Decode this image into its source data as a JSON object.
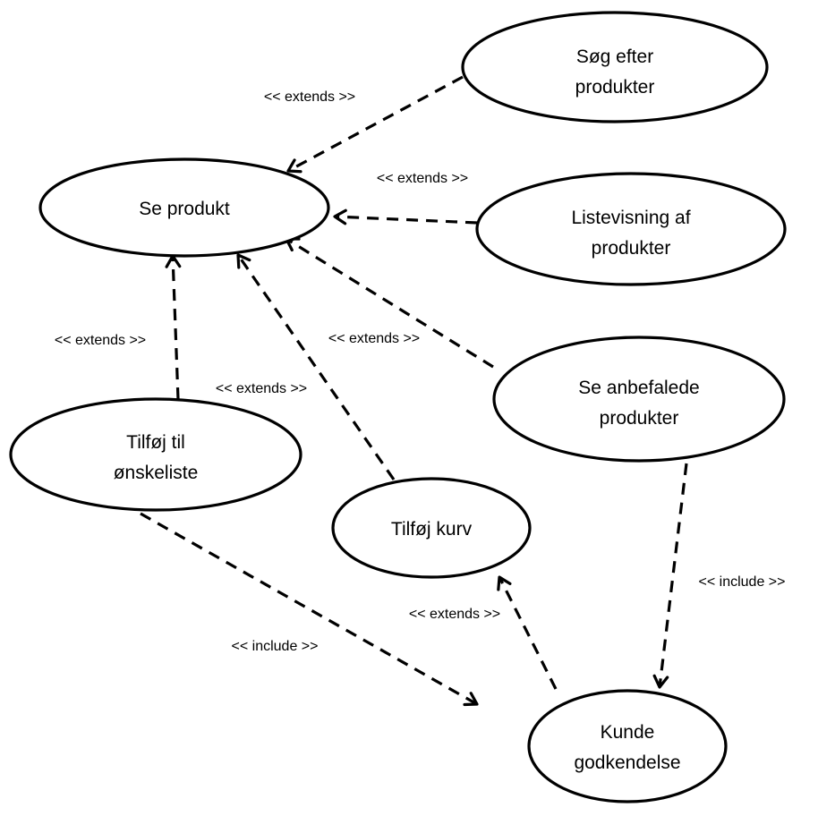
{
  "diagram": {
    "type": "use-case",
    "colors": {
      "stroke": "#000000",
      "background": "#ffffff"
    },
    "use_cases": [
      {
        "id": "se-produkt",
        "lines": [
          "Se produkt"
        ]
      },
      {
        "id": "soeg-efter-produkter",
        "lines": [
          "Søg efter",
          "produkter"
        ]
      },
      {
        "id": "listevisning-af-produkter",
        "lines": [
          "Listevisning af",
          "produkter"
        ]
      },
      {
        "id": "se-anbefalede-produkter",
        "lines": [
          "Se anbefalede",
          "produkter"
        ]
      },
      {
        "id": "tilfoej-til-oenskeliste",
        "lines": [
          "Tilføj til",
          "ønskeliste"
        ]
      },
      {
        "id": "tilfoej-kurv",
        "lines": [
          "Tilføj kurv"
        ]
      },
      {
        "id": "kunde-godkendelse",
        "lines": [
          "Kunde",
          "godkendelse"
        ]
      }
    ],
    "relations": [
      {
        "from": "soeg-efter-produkter",
        "to": "se-produkt",
        "label": "<< extends >>"
      },
      {
        "from": "listevisning-af-produkter",
        "to": "se-produkt",
        "label": "<< extends >>"
      },
      {
        "from": "se-anbefalede-produkter",
        "to": "se-produkt",
        "label": "<< extends >>"
      },
      {
        "from": "tilfoej-til-oenskeliste",
        "to": "se-produkt",
        "label": "<< extends >>"
      },
      {
        "from": "tilfoej-kurv",
        "to": "se-produkt",
        "label": "<< extends >>"
      },
      {
        "from": "kunde-godkendelse",
        "to": "tilfoej-kurv",
        "label": "<< extends >>"
      },
      {
        "from": "tilfoej-til-oenskeliste",
        "to": "kunde-godkendelse",
        "label": "<< include >>"
      },
      {
        "from": "se-anbefalede-produkter",
        "to": "kunde-godkendelse",
        "label": "<< include >>"
      }
    ]
  }
}
